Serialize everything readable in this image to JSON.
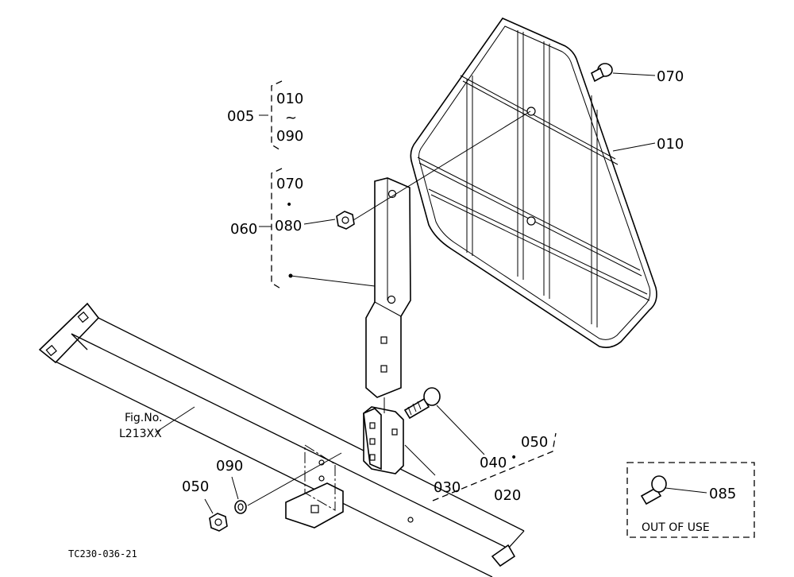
{
  "drawing_code": "TC230-036-21",
  "callouts": {
    "c005": "005",
    "c010_range_start": "010",
    "c_range_sep": "~",
    "c090_range_end": "090",
    "c070_assy": "070",
    "c080_assy": "080",
    "c_dot": "•",
    "c060": "060",
    "c070": "070",
    "c010": "010",
    "c050_top": "050",
    "c040": "040",
    "c030": "030",
    "c020": "020",
    "c050_left": "050",
    "c090": "090",
    "c085": "085"
  },
  "fig_ref": {
    "line1": "Fig.No.",
    "line2": "L213XX"
  },
  "out_of_use_box": {
    "label": "OUT OF USE"
  }
}
